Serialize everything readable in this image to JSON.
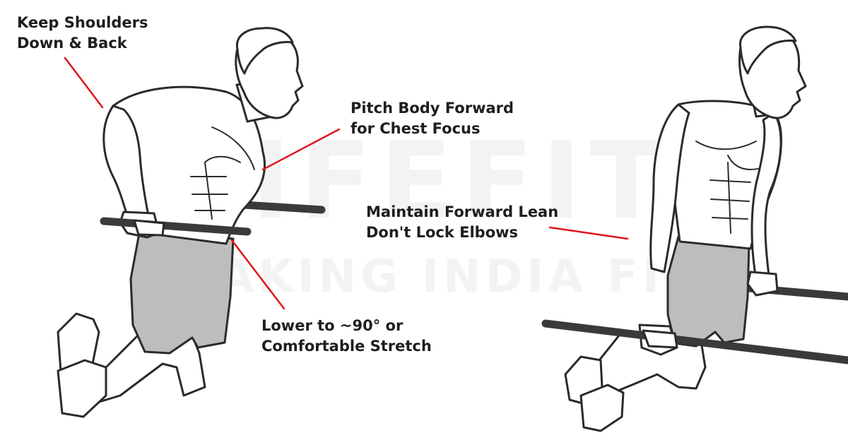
{
  "annotations": {
    "shoulders": {
      "line1": "Keep Shoulders",
      "line2": "Down & Back"
    },
    "pitch": {
      "line1": "Pitch Body Forward",
      "line2": "for Chest Focus"
    },
    "lean": {
      "line1": "Maintain Forward Lean",
      "line2": "Don't Lock Elbows"
    },
    "lower": {
      "line1": "Lower to ~90° or",
      "line2": "Comfortable Stretch"
    }
  },
  "watermark": {
    "brand": "LIFEFIT",
    "tagline": "MAKING INDIA FIT"
  },
  "colors": {
    "leader_line": "#e0151d",
    "ink": "#2b2b2b",
    "skin": "#ffffff",
    "shorts": "#bdbdbd",
    "bar": "#3a3a3a",
    "watermark": "#f3f3f3"
  }
}
